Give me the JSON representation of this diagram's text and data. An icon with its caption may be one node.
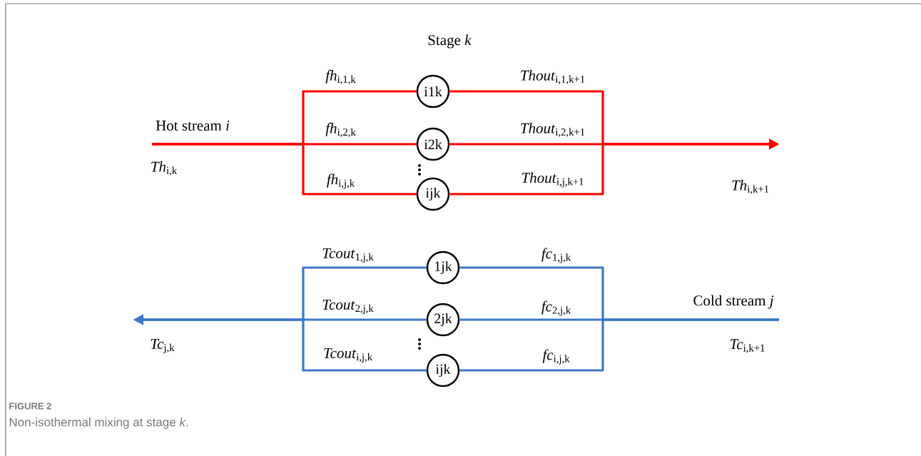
{
  "diagram": {
    "title": "FIGURE 2",
    "caption": "Non-isothermal mixing at stage *k*.",
    "nodes": [
      {
        "text": [
          "i1k"
        ]
      },
      {
        "text": [
          "i2k"
        ]
      },
      {
        "text": [
          "ijk"
        ]
      },
      {
        "text": [
          "1jk"
        ]
      },
      {
        "text": [
          "2jk"
        ]
      },
      {
        "text": [
          "ijk"
        ]
      }
    ],
    "edges": [
      {
        "from": null,
        "to": 0,
        "arrow": "none",
        "label": "*fh*$_{i,1,k}$",
        "color": "#ff0000"
      },
      {
        "from": null,
        "to": 1,
        "arrow": "none",
        "label": "*fh*$_{i,2,k}$",
        "color": "#ff0000"
      },
      {
        "from": null,
        "to": 2,
        "arrow": "none",
        "label": "*fh*$_{i,j,k}$",
        "color": "#ff0000"
      },
      {
        "from": 0,
        "to": null,
        "arrow": "to",
        "label": "*Thout*$_{i,1,k+1}$",
        "color": "#ff0000"
      },
      {
        "from": 1,
        "to": null,
        "arrow": "to",
        "label": "*Thout*$_{i,2,k+1}$",
        "color": "#ff0000"
      },
      {
        "from": 2,
        "to": null,
        "arrow": "to",
        "label": "*Thout*$_{i,j,k+1}$",
        "color": "#ff0000"
      },
      {
        "from": null,
        "to": 3,
        "arrow": "none",
        "label": "*fc*$_{1,j,k}$",
        "color": "#3c78c8"
      },
      {
        "from": null,
        "to": 4,
        "arrow": "none",
        "label": "*fc*$_{2,j,k}$",
        "color": "#3c78c8"
      },
      {
        "from": null,
        "to": 5,
        "arrow": "none",
        "label": "*fc*$_{i,j,k}$",
        "color": "#3c78c8"
      },
      {
        "from": 3,
        "to": null,
        "arrow": "to",
        "label": "*Tcout*$_{1,j,k}$",
        "color": "#3c78c8"
      },
      {
        "from": 4,
        "to": null,
        "arrow": "to",
        "label": "*Tcout*$_{2,j,k}$",
        "color": "#3c78c8"
      },
      {
        "from": 5,
        "to": null,
        "arrow": "to",
        "label": "*Tcout*$_{i,j,k}$",
        "color": "#3c78c8"
      }
    ],
    "labels": [
      "Stage *k*",
      "Hot stream *i*",
      "*Th*$_{i,k}$",
      "*Th*$_{i,k+1}$",
      "Cold stream *j*",
      "*Tc*$_{j,k}$",
      "*Tc*$_{i,k+1}$"
    ]
  }
}
